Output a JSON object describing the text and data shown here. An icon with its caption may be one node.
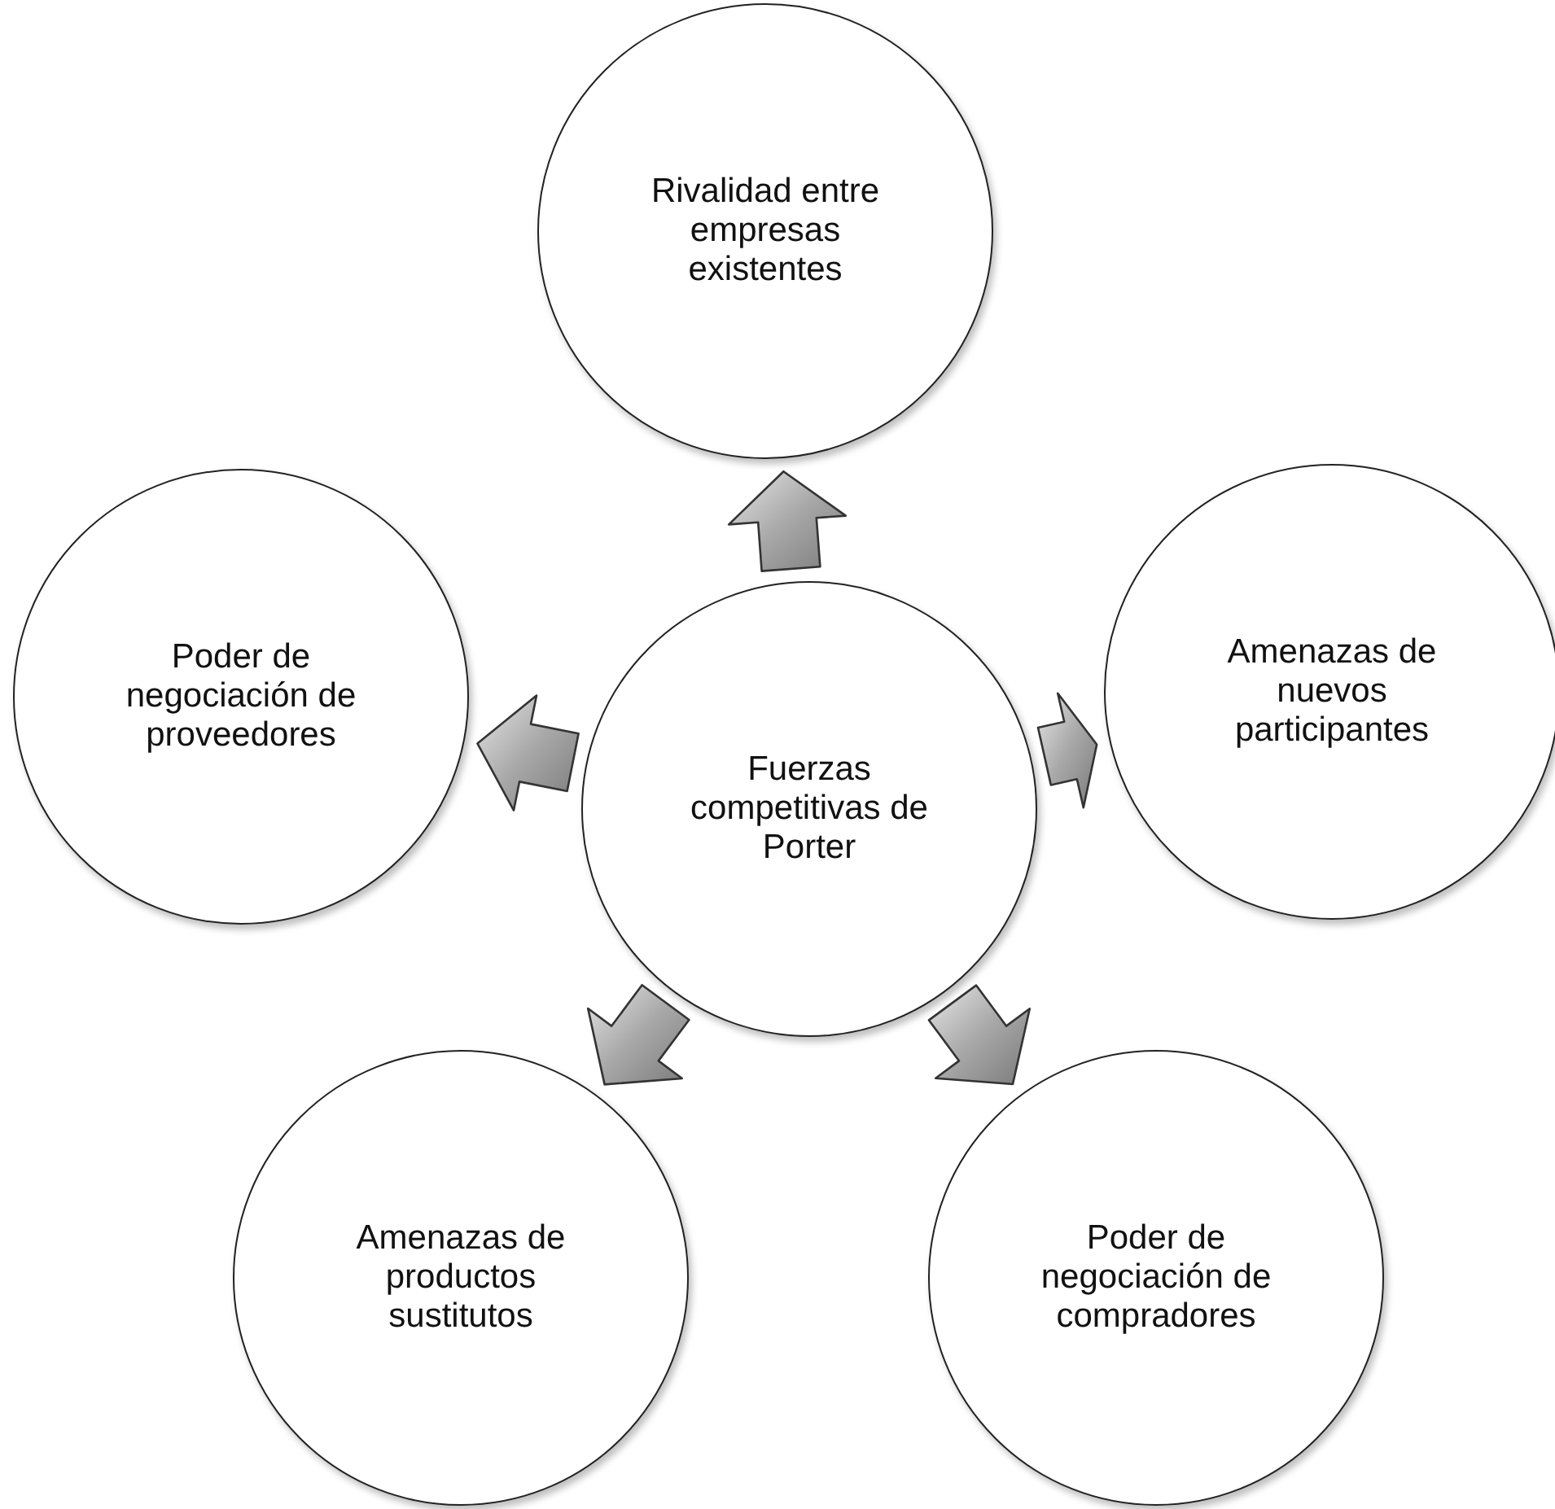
{
  "diagram": {
    "nodes": [
      {
        "text": [
          "Rivalidad entre empresas existentes"
        ]
      },
      {
        "text": [
          "Poder de negociación de proveedores"
        ]
      },
      {
        "text": [
          "Fuerzas competitivas de Porter"
        ]
      },
      {
        "text": [
          "Amenazas de nuevos participantes"
        ]
      },
      {
        "text": [
          "Amenazas de productos sustitutos"
        ]
      },
      {
        "text": [
          "Poder de negociación de compradores"
        ]
      }
    ],
    "edges": [
      {
        "from": 2,
        "to": 0,
        "arrow": "to"
      },
      {
        "from": 2,
        "to": 3,
        "arrow": "to"
      },
      {
        "from": 2,
        "to": 5,
        "arrow": "to"
      },
      {
        "from": 2,
        "to": 4,
        "arrow": "to"
      },
      {
        "from": 2,
        "to": 1,
        "arrow": "to"
      }
    ]
  }
}
